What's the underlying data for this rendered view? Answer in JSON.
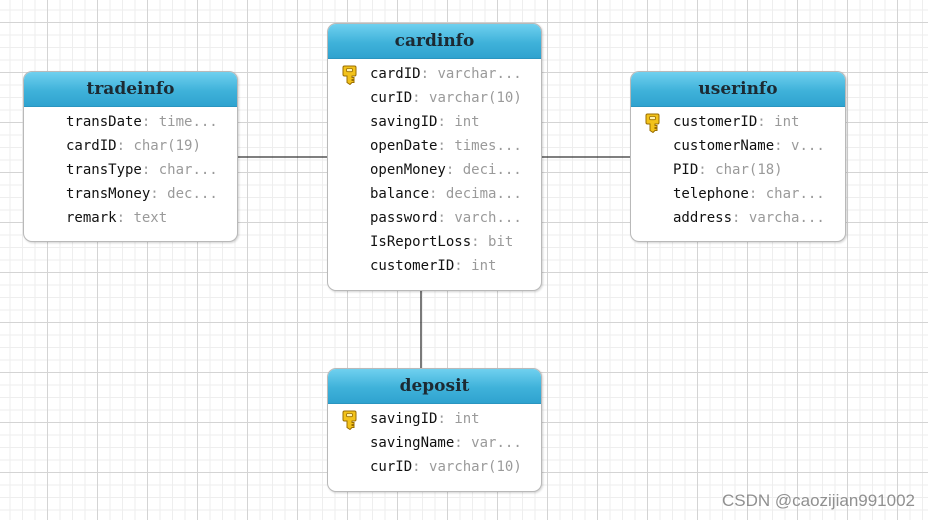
{
  "entities": {
    "tradeinfo": {
      "name": "tradeinfo",
      "fields": [
        {
          "name": "transDate",
          "type": "time...",
          "key": false
        },
        {
          "name": "cardID",
          "type": "char(19)",
          "key": false
        },
        {
          "name": "transType",
          "type": "char...",
          "key": false
        },
        {
          "name": "transMoney",
          "type": "dec...",
          "key": false
        },
        {
          "name": "remark",
          "type": "text",
          "key": false
        }
      ]
    },
    "cardinfo": {
      "name": "cardinfo",
      "fields": [
        {
          "name": "cardID",
          "type": "varchar...",
          "key": true
        },
        {
          "name": "curID",
          "type": "varchar(10)",
          "key": false
        },
        {
          "name": "savingID",
          "type": "int",
          "key": false
        },
        {
          "name": "openDate",
          "type": "times...",
          "key": false
        },
        {
          "name": "openMoney",
          "type": "deci...",
          "key": false
        },
        {
          "name": "balance",
          "type": "decima...",
          "key": false
        },
        {
          "name": "password",
          "type": "varch...",
          "key": false
        },
        {
          "name": "IsReportLoss",
          "type": "bit",
          "key": false
        },
        {
          "name": "customerID",
          "type": "int",
          "key": false
        }
      ]
    },
    "userinfo": {
      "name": "userinfo",
      "fields": [
        {
          "name": "customerID",
          "type": "int",
          "key": true
        },
        {
          "name": "customerName",
          "type": "v...",
          "key": false
        },
        {
          "name": "PID",
          "type": "char(18)",
          "key": false
        },
        {
          "name": "telephone",
          "type": "char...",
          "key": false
        },
        {
          "name": "address",
          "type": "varcha...",
          "key": false
        }
      ]
    },
    "deposit": {
      "name": "deposit",
      "fields": [
        {
          "name": "savingID",
          "type": "int",
          "key": true
        },
        {
          "name": "savingName",
          "type": "var...",
          "key": false
        },
        {
          "name": "curID",
          "type": "varchar(10)",
          "key": false
        }
      ]
    }
  },
  "relations": [
    {
      "from": "tradeinfo",
      "to": "cardinfo"
    },
    {
      "from": "cardinfo",
      "to": "userinfo"
    },
    {
      "from": "cardinfo",
      "to": "deposit"
    }
  ],
  "separator": ":",
  "key_icon": "key-icon",
  "colors": {
    "header": "#3fb2da",
    "key": "#f2c21a"
  },
  "watermark": "CSDN @caozijian991002"
}
